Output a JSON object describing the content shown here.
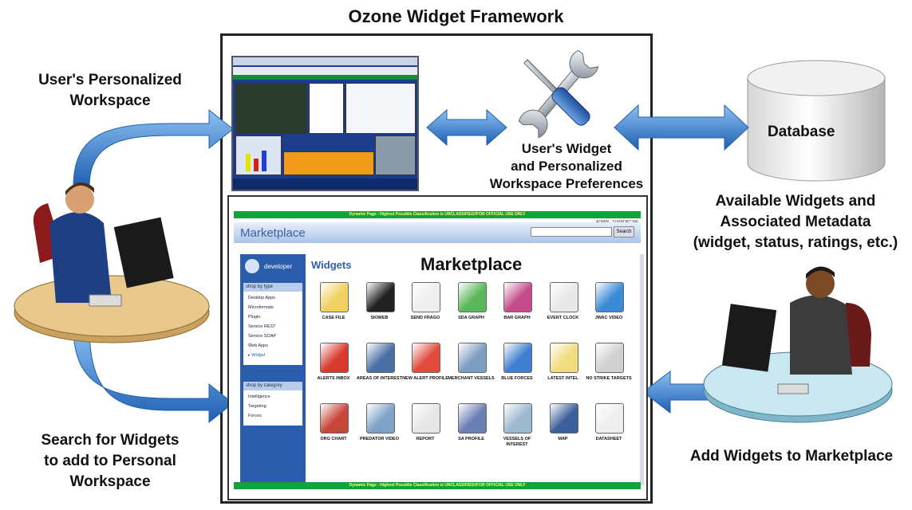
{
  "title": "Ozone Widget Framework",
  "labels": {
    "personal_workspace": [
      "User's Personalized",
      "Workspace"
    ],
    "search_widgets": [
      "Search for Widgets",
      "to add to Personal",
      "Workspace"
    ],
    "preferences": [
      "User's Widget",
      "and  Personalized",
      "Workspace Preferences"
    ],
    "database": "Database",
    "available_widgets": [
      "Available Widgets and",
      "Associated Metadata",
      "(widget, status, ratings, etc.)"
    ],
    "add_widgets": "Add Widgets to Marketplace"
  },
  "marketplace": {
    "banner_top": "Dynamic Page - Highest Possible Classification is UNCLASSIFIED//FOR OFFICIAL USE ONLY",
    "banner_bottom": "Dynamic Page - Highest Possible Classification is UNCLASSIFIED//FOR OFFICIAL USE ONLY",
    "header_title": "Marketplace",
    "header_links": [
      "ADMIN",
      "SUPPORT ME"
    ],
    "search_button": "Search",
    "user_label": "developer",
    "widgets_label": "Widgets",
    "big_title": "Marketplace",
    "shop_by_type": "shop by type",
    "types": [
      "Desktop Apps",
      "Microformats",
      "Plugin",
      "Service REST",
      "Service SOAP",
      "Web Apps",
      "▸ Widget"
    ],
    "shop_by_category": "shop by category",
    "categories": [
      "Intelligence",
      "Targeting",
      "Forces"
    ],
    "widgets": [
      {
        "label": "CASE FILE",
        "color": "#f0d060"
      },
      {
        "label": "SKIWEB",
        "color": "#222222"
      },
      {
        "label": "SEND FRAGO",
        "color": "#eeeeee"
      },
      {
        "label": "SDA GRAPH",
        "color": "#5bb85a"
      },
      {
        "label": "BAR GRAPH",
        "color": "#c64b8c"
      },
      {
        "label": "EVENT CLOCK",
        "color": "#e8e8e8"
      },
      {
        "label": "JWAC VIDEO",
        "color": "#3b8ad8"
      },
      {
        "label": "ALERTS INBOX",
        "color": "#d83a2e"
      },
      {
        "label": "AREAS OF INTEREST",
        "color": "#4a6fa5"
      },
      {
        "label": "NEW ALERT PROFILE",
        "color": "#e24a3c"
      },
      {
        "label": "MERCHANT VESSELS",
        "color": "#7d9ec0"
      },
      {
        "label": "BLUE FORCES",
        "color": "#3f7fd0"
      },
      {
        "label": "LATEST INTEL",
        "color": "#f2dc80"
      },
      {
        "label": "NO STRIKE TARGETS",
        "color": "#d0d0d0"
      },
      {
        "label": "ORG CHART",
        "color": "#c8453a"
      },
      {
        "label": "PREDATOR VIDEO",
        "color": "#7fa3c8"
      },
      {
        "label": "REPORT",
        "color": "#e6e6e6"
      },
      {
        "label": "SA PROFILE",
        "color": "#6b7fb5"
      },
      {
        "label": "VESSELS OF INTEREST",
        "color": "#9bb9cf"
      },
      {
        "label": "MAP",
        "color": "#3b5f9a"
      },
      {
        "label": "DATASHEET",
        "color": "#eeeeee"
      }
    ]
  },
  "colors": {
    "arrow": "#3a7fd5",
    "arrow_dark": "#1f5fb0",
    "frame": "#222222",
    "green_banner": "#14a03a"
  }
}
